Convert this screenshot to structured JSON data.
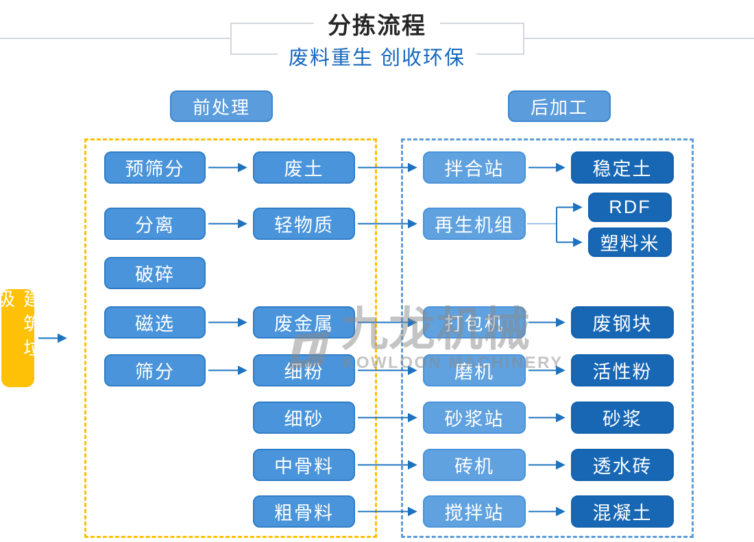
{
  "header": {
    "title": "分拣流程",
    "subtitle": "废料重生 创收环保"
  },
  "sections": {
    "pre": {
      "label": "前处理"
    },
    "post": {
      "label": "后加工"
    }
  },
  "source": {
    "label": "建筑垃圾"
  },
  "watermark": {
    "cn": "九龙机械",
    "en": "KOWLOON MACHINERY"
  },
  "colors": {
    "title_color": "#262626",
    "subtitle_color": "#1467BE",
    "line_color": "#d3d6de",
    "button_fill": "#5B9CDC",
    "button_border": "#3D86CE",
    "pre_dash": "#FFC000",
    "post_dash": "#5C9CD9",
    "source_fill": "#FFC107",
    "mid_fill": "#4A94DB",
    "mid_border": "#2F7CC6",
    "light_fill": "#60A2DF",
    "light_border": "#4A92DA",
    "dark_fill": "#1767B5",
    "dark_border": "#1360AC",
    "arrow": "#1E73C0",
    "watermark_color": "#8a8a8a"
  },
  "nodes": [
    {
      "id": "pre-screen",
      "label": "预筛分",
      "col": 1,
      "row": "1"
    },
    {
      "id": "separate",
      "label": "分离",
      "col": 1,
      "row": "2"
    },
    {
      "id": "crush",
      "label": "破碎",
      "col": 1,
      "row": "3"
    },
    {
      "id": "magnetic-sort",
      "label": "磁选",
      "col": 1,
      "row": "4"
    },
    {
      "id": "screen",
      "label": "筛分",
      "col": 1,
      "row": "5"
    },
    {
      "id": "waste-soil",
      "label": "废土",
      "col": 2,
      "row": "1"
    },
    {
      "id": "light-material",
      "label": "轻物质",
      "col": 2,
      "row": "2"
    },
    {
      "id": "waste-metal",
      "label": "废金属",
      "col": 2,
      "row": "4"
    },
    {
      "id": "fine-powder",
      "label": "细粉",
      "col": 2,
      "row": "5"
    },
    {
      "id": "fine-sand",
      "label": "细砂",
      "col": 2,
      "row": "6"
    },
    {
      "id": "medium-aggregate",
      "label": "中骨料",
      "col": 2,
      "row": "7"
    },
    {
      "id": "coarse-aggregate",
      "label": "粗骨料",
      "col": 2,
      "row": "8"
    },
    {
      "id": "mixing-plant",
      "label": "拌合站",
      "col": 3,
      "row": "1"
    },
    {
      "id": "recycling-unit",
      "label": "再生机组",
      "col": 3,
      "row": "2"
    },
    {
      "id": "baler",
      "label": "打包机",
      "col": 3,
      "row": "4"
    },
    {
      "id": "mill",
      "label": "磨机",
      "col": 3,
      "row": "5"
    },
    {
      "id": "mortar-plant",
      "label": "砂浆站",
      "col": 3,
      "row": "6"
    },
    {
      "id": "brick-machine",
      "label": "砖机",
      "col": 3,
      "row": "7"
    },
    {
      "id": "concrete-plant",
      "label": "搅拌站",
      "col": 3,
      "row": "8"
    },
    {
      "id": "stabilized-soil",
      "label": "稳定土",
      "col": 4,
      "row": "1"
    },
    {
      "id": "rdf",
      "label": "RDF",
      "col": 4,
      "row": "rdf"
    },
    {
      "id": "plastic-pellet",
      "label": "塑料米",
      "col": 4,
      "row": "sl"
    },
    {
      "id": "steel-scrap",
      "label": "废钢块",
      "col": 4,
      "row": "4"
    },
    {
      "id": "active-powder",
      "label": "活性粉",
      "col": 4,
      "row": "5"
    },
    {
      "id": "mortar",
      "label": "砂浆",
      "col": 4,
      "row": "6"
    },
    {
      "id": "permeable-brick",
      "label": "透水砖",
      "col": 4,
      "row": "7"
    },
    {
      "id": "concrete",
      "label": "混凝土",
      "col": 4,
      "row": "8"
    }
  ],
  "arrows": [
    {
      "from": "pre-screen",
      "to": "waste-soil"
    },
    {
      "from": "separate",
      "to": "light-material"
    },
    {
      "from": "magnetic-sort",
      "to": "waste-metal"
    },
    {
      "from": "screen",
      "to": "fine-powder"
    },
    {
      "from": "waste-soil",
      "to": "mixing-plant"
    },
    {
      "from": "light-material",
      "to": "recycling-unit"
    },
    {
      "from": "waste-metal",
      "to": "baler"
    },
    {
      "from": "fine-powder",
      "to": "mill"
    },
    {
      "from": "fine-sand",
      "to": "mortar-plant"
    },
    {
      "from": "medium-aggregate",
      "to": "brick-machine"
    },
    {
      "from": "coarse-aggregate",
      "to": "concrete-plant"
    },
    {
      "from": "mixing-plant",
      "to": "stabilized-soil"
    },
    {
      "from": "baler",
      "to": "steel-scrap"
    },
    {
      "from": "mill",
      "to": "active-powder"
    },
    {
      "from": "mortar-plant",
      "to": "mortar"
    },
    {
      "from": "brick-machine",
      "to": "permeable-brick"
    },
    {
      "from": "concrete-plant",
      "to": "concrete"
    }
  ],
  "fork": {
    "from": "recycling-unit",
    "targets": [
      "rdf",
      "plastic-pellet"
    ]
  }
}
